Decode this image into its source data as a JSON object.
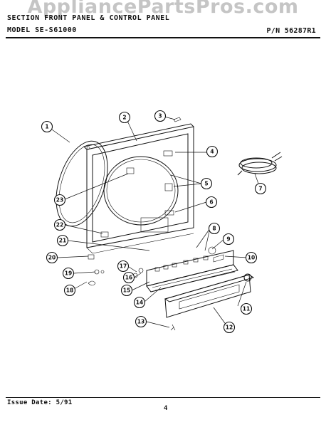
{
  "watermark": "AppliancePartsPros.com",
  "header": {
    "section_line": "SECTION  FRONT PANEL & CONTROL PANEL",
    "model_line": "MODEL   SE-S61000",
    "part_number": "P/N 56287R1"
  },
  "footer": {
    "issue_date": "Issue Date: 5/91",
    "page_number": "4"
  },
  "callouts": [
    "1",
    "2",
    "3",
    "4",
    "5",
    "6",
    "7",
    "8",
    "9",
    "10",
    "11",
    "12",
    "13",
    "14",
    "15",
    "16",
    "17",
    "18",
    "19",
    "20",
    "21",
    "22",
    "23"
  ]
}
